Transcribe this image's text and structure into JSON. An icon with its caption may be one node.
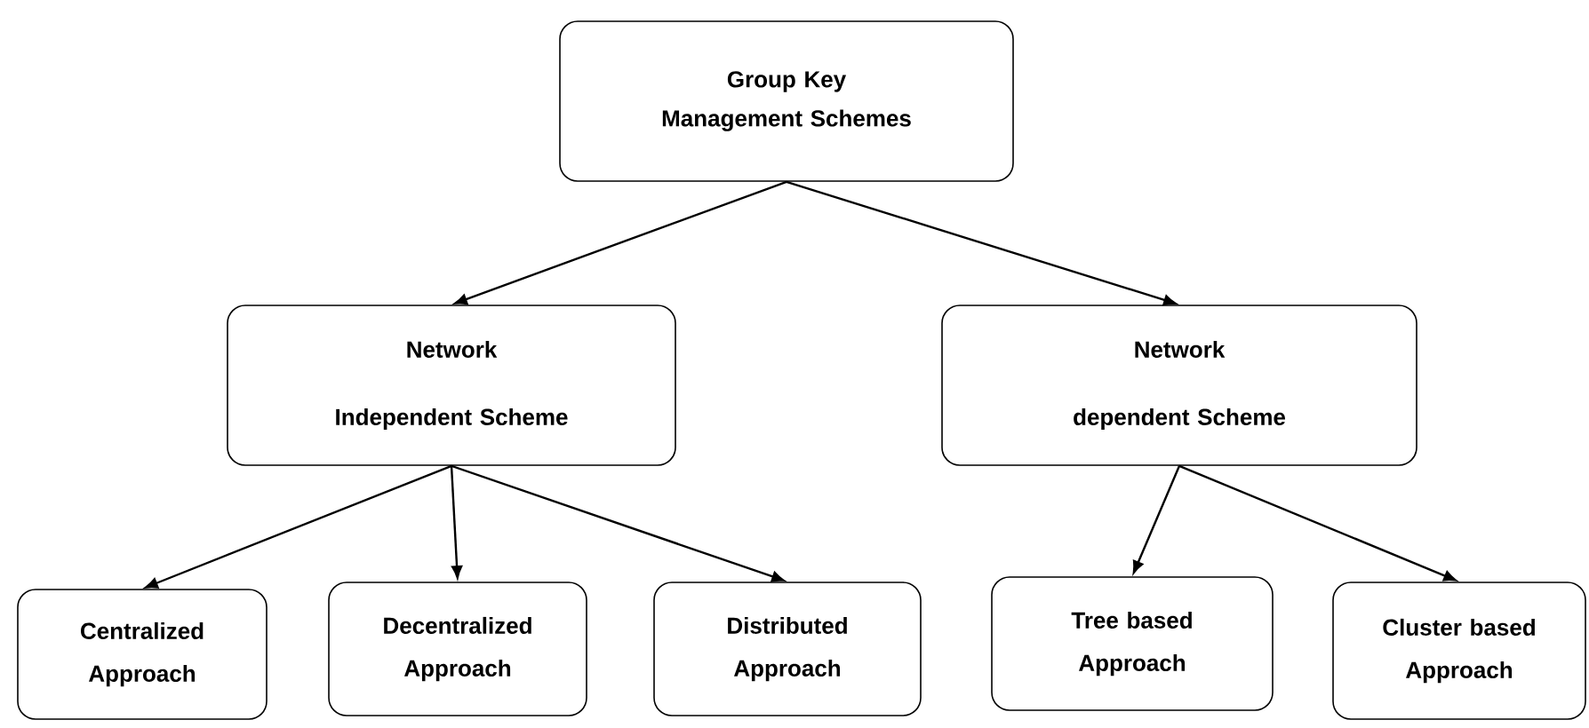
{
  "diagram": {
    "nodes": [
      {
        "text": [
          "Group Key Management Schemes"
        ]
      },
      {
        "text": [
          "Network Independent Scheme"
        ]
      },
      {
        "text": [
          "Network dependent Scheme"
        ]
      },
      {
        "text": [
          "Centralized Approach"
        ]
      },
      {
        "text": [
          "Decentralized Approach"
        ]
      },
      {
        "text": [
          "Distributed Approach"
        ]
      },
      {
        "text": [
          "Tree based Approach"
        ]
      },
      {
        "text": [
          "Cluster based Approach"
        ]
      }
    ],
    "edges": [
      {
        "from": 0,
        "to": 1,
        "arrow": "to"
      },
      {
        "from": 0,
        "to": 2,
        "arrow": "to"
      },
      {
        "from": 1,
        "to": 3,
        "arrow": "to"
      },
      {
        "from": 1,
        "to": 4,
        "arrow": "to"
      },
      {
        "from": 1,
        "to": 5,
        "arrow": "to"
      },
      {
        "from": 2,
        "to": 6,
        "arrow": "to"
      },
      {
        "from": 2,
        "to": 7,
        "arrow": "to"
      }
    ]
  }
}
